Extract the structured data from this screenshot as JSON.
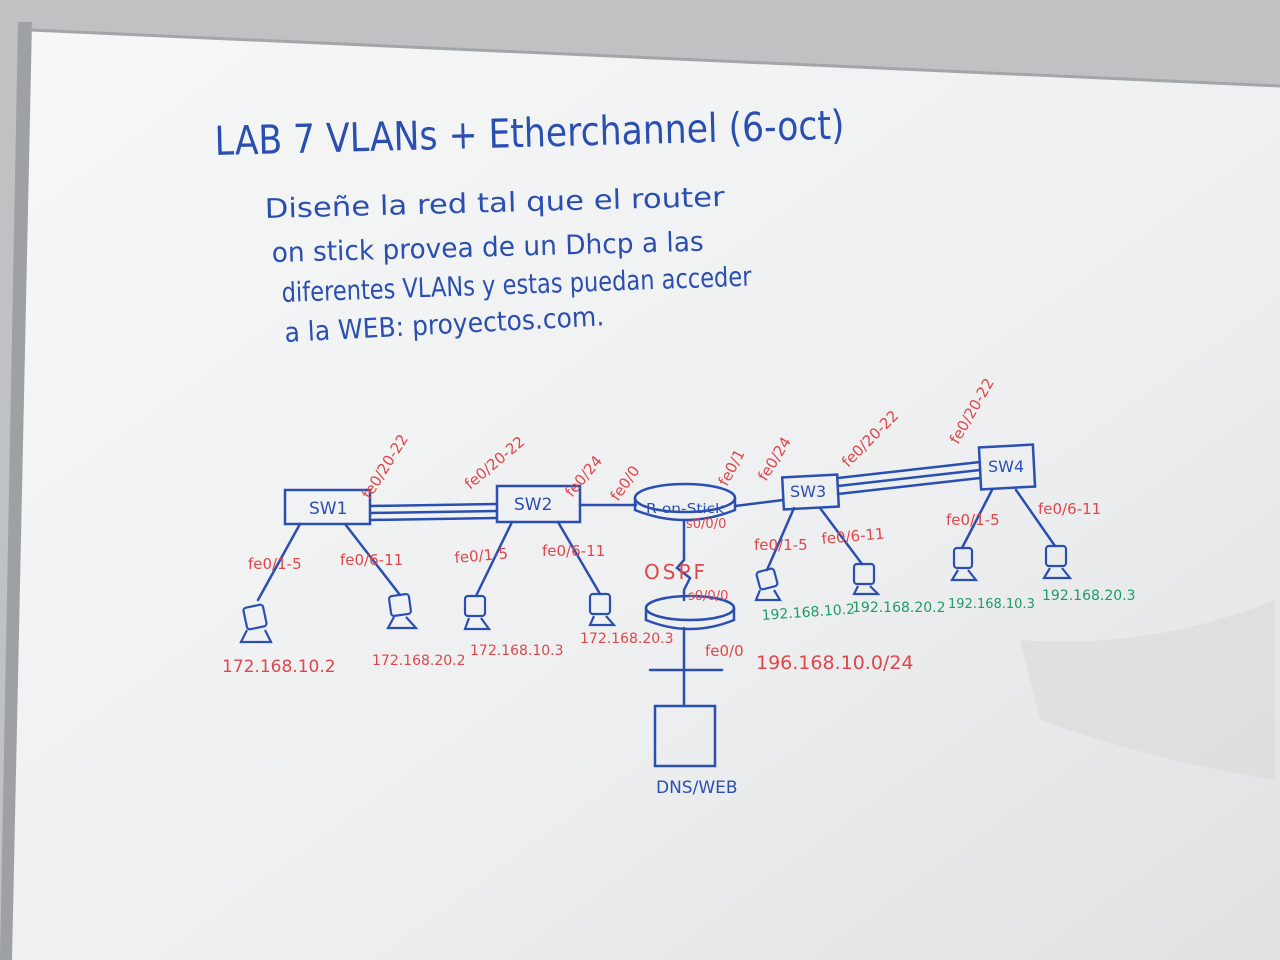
{
  "colors": {
    "blue_marker": "#2a4fb0",
    "red_marker": "#e0464a",
    "green_marker": "#1f9c66",
    "board_white": "#f3f4f4",
    "wall_gray": "#c2c4c6"
  },
  "title": "LAB 7 VLANs + Etherchannel (6-oct)",
  "instructions": [
    "Diseñe la red tal que el router",
    "on stick provea de un Dhcp a las",
    "diferentes VLANs y estas puedan acceder",
    "a la WEB: proyectos.com."
  ],
  "devices": {
    "sw1": "SW1",
    "sw2": "SW2",
    "router_stick": "R-on-Stick",
    "sw3": "SW3",
    "sw4": "SW4",
    "server": "DNS/WEB"
  },
  "ports": {
    "sw1_trunk": "fe0/20-22",
    "sw2_trunk": "fe0/20-22",
    "sw2_uplink": "fe0/24",
    "router_left": "fe0/0",
    "router_right": "fe0/1",
    "sw3_uplink": "fe0/24",
    "sw3_trunk": "fe0/20-22",
    "sw4_trunk": "fe0/20-22",
    "sw1_vlan10": "fe0/1-5",
    "sw1_vlan20": "fe0/6-11",
    "sw2_vlan10": "fe0/1-5",
    "sw2_vlan20": "fe0/6-11",
    "sw3_vlan10": "fe0/1-5",
    "sw3_vlan20": "fe0/6-11",
    "sw4_vlan10": "fe0/1-5",
    "sw4_vlan20": "fe0/6-11",
    "router_serial": "s0/0/0",
    "router2_serial": "s0/0/0",
    "router2_fe": "fe0/0"
  },
  "protocol": "OSPF",
  "server_network": "196.168.10.0/24",
  "hosts": {
    "sw1_a": "172.168.10.2",
    "sw1_b": "172.168.20.2",
    "sw2_a": "172.168.10.3",
    "sw2_b": "172.168.20.3",
    "sw3_a": "192.168.10.2",
    "sw3_b": "192.168.20.2",
    "sw4_a": "192.168.10.3",
    "sw4_b": "192.168.20.3"
  }
}
